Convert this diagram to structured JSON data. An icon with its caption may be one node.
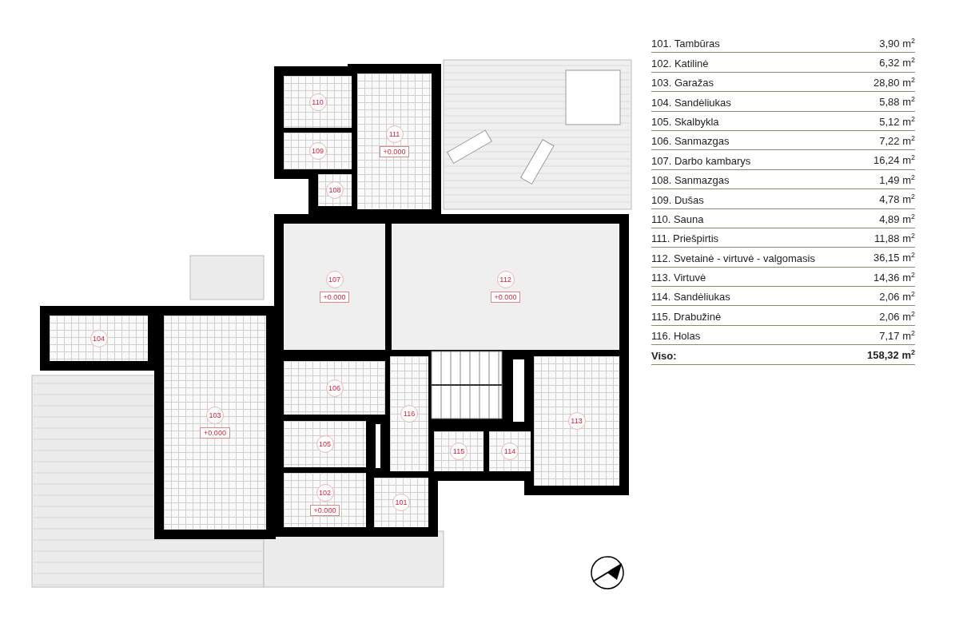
{
  "diagram": {
    "nodes": [
      {
        "text": [
          "110"
        ]
      },
      {
        "text": [
          "111",
          "+0.000"
        ]
      },
      {
        "text": [
          "109"
        ]
      },
      {
        "text": [
          "108"
        ]
      },
      {
        "text": [
          "107",
          "+0.000"
        ]
      },
      {
        "text": [
          "112",
          "+0.000"
        ]
      },
      {
        "text": [
          "104"
        ]
      },
      {
        "text": [
          "103",
          "+0.000"
        ]
      },
      {
        "text": [
          "106"
        ]
      },
      {
        "text": [
          "116"
        ]
      },
      {
        "text": [
          "113"
        ]
      },
      {
        "text": [
          "105"
        ]
      },
      {
        "text": [
          "115"
        ]
      },
      {
        "text": [
          "114"
        ]
      },
      {
        "text": [
          "102",
          "+0.000"
        ]
      },
      {
        "text": [
          "101"
        ]
      }
    ],
    "edges": [],
    "labels": [
      "101. Tambūras",
      "3,90 m$^{2}$",
      "102. Katilinė",
      "6,32 m$^{2}$",
      "103. Garažas",
      "28,80 m$^{2}$",
      "104. Sandėliukas",
      "5,88 m$^{2}$",
      "105. Skalbykla",
      "5,12 m$^{2}$",
      "106. Sanmazgas",
      "7,22 m$^{2}$",
      "107. Darbo kambarys",
      "16,24 m$^{2}$",
      "108. Sanmazgas",
      "1,49 m$^{2}$",
      "109. Dušas",
      "4,78 m$^{2}$",
      "110. Sauna",
      "4,89 m$^{2}$",
      "111. Priešpirtis",
      "11,88 m$^{2}$",
      "112. Svetainė - virtuvė - valgomasis",
      "36,15 m$^{2}$",
      "113. Virtuvė",
      "14,36 m$^{2}$",
      "114. Sandėliukas",
      "2,06 m$^{2}$",
      "115. Drabužinė",
      "2,06 m$^{2}$",
      "116. Holas",
      "7,17 m$^{2}$",
      "Viso:",
      "158,32 m$^{2}$"
    ]
  }
}
